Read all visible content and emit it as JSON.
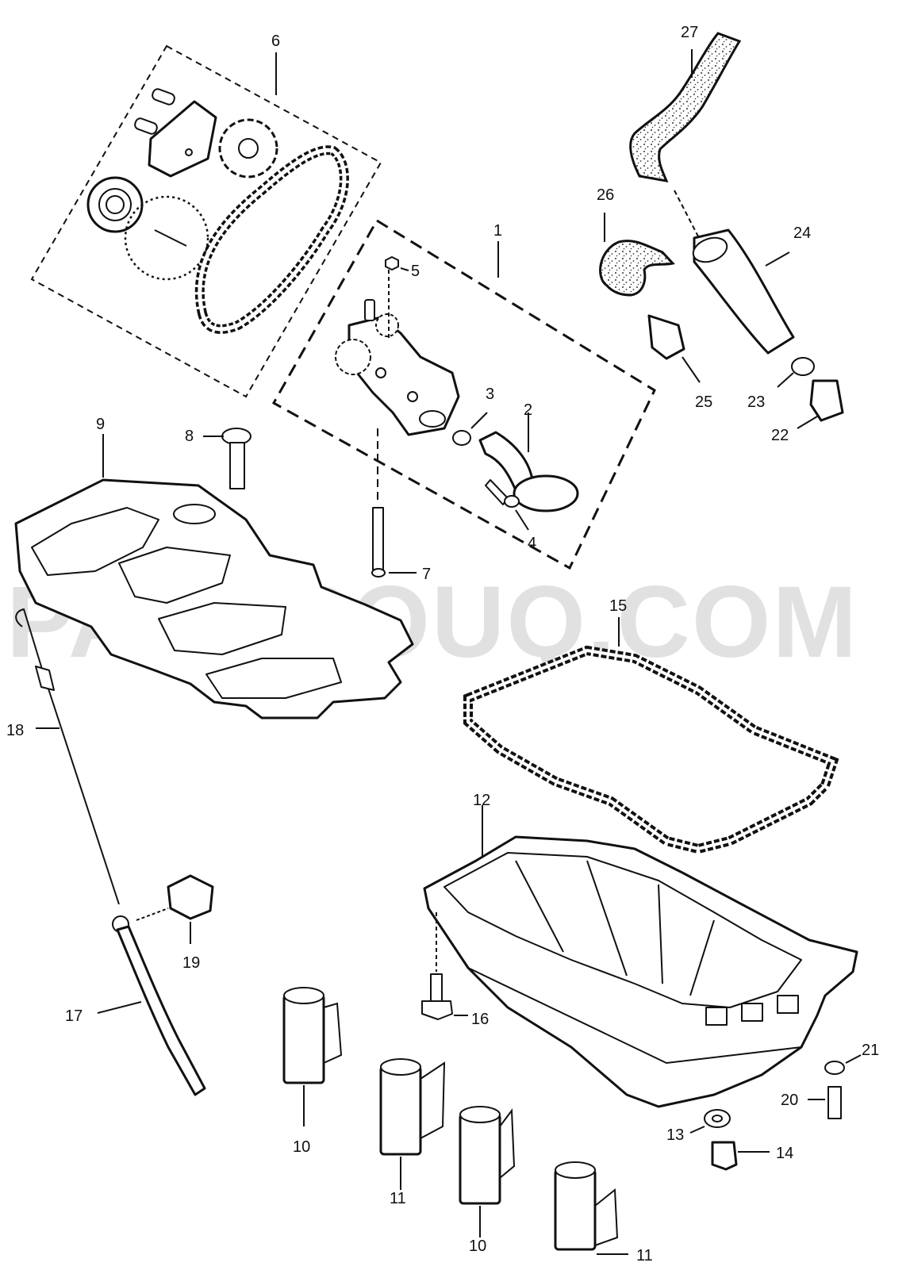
{
  "watermark": "PARTSOUQ.COM",
  "callouts": {
    "c1": "1",
    "c2": "2",
    "c3": "3",
    "c4": "4",
    "c5": "5",
    "c6": "6",
    "c7": "7",
    "c8": "8",
    "c9": "9",
    "c10a": "10",
    "c10b": "10",
    "c11a": "11",
    "c11b": "11",
    "c12": "12",
    "c13": "13",
    "c14": "14",
    "c15": "15",
    "c16": "16",
    "c17": "17",
    "c18": "18",
    "c19": "19",
    "c20": "20",
    "c21": "21",
    "c22": "22",
    "c23": "23",
    "c24": "24",
    "c25": "25",
    "c26": "26",
    "c27": "27"
  }
}
